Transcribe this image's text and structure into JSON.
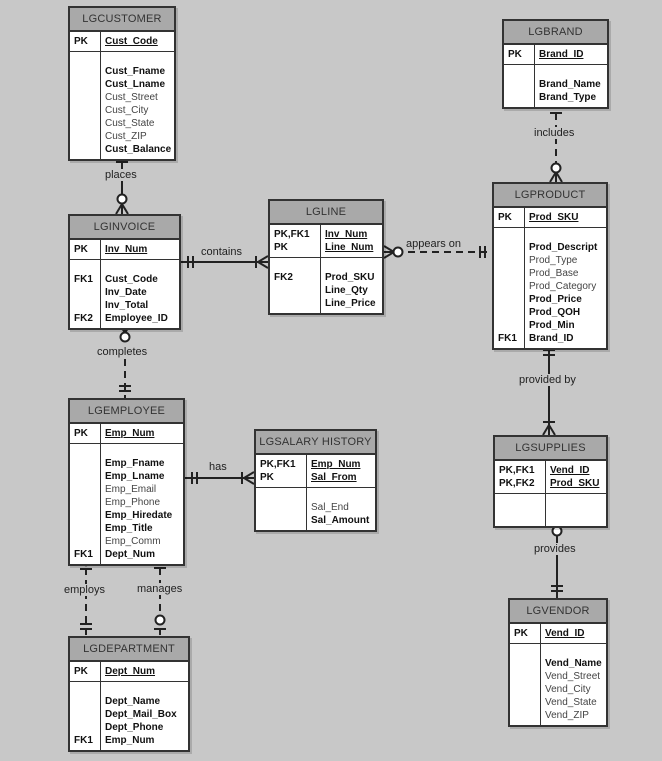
{
  "diagram": {
    "type": "ER diagram (crow's foot)",
    "entities": {
      "customer": {
        "name": "LGCUSTOMER",
        "pk": [
          {
            "key": "PK",
            "attr": "Cust_Code"
          }
        ],
        "attrs": [
          {
            "key": "",
            "attr": "Cust_Fname",
            "required": true
          },
          {
            "key": "",
            "attr": "Cust_Lname",
            "required": true
          },
          {
            "key": "",
            "attr": "Cust_Street",
            "required": false
          },
          {
            "key": "",
            "attr": "Cust_City",
            "required": false
          },
          {
            "key": "",
            "attr": "Cust_State",
            "required": false
          },
          {
            "key": "",
            "attr": "Cust_ZIP",
            "required": false
          },
          {
            "key": "",
            "attr": "Cust_Balance",
            "required": true
          }
        ]
      },
      "invoice": {
        "name": "LGINVOICE",
        "pk": [
          {
            "key": "PK",
            "attr": "Inv_Num"
          }
        ],
        "attrs": [
          {
            "key": "FK1",
            "attr": "Cust_Code",
            "required": true
          },
          {
            "key": "",
            "attr": "Inv_Date",
            "required": true
          },
          {
            "key": "",
            "attr": "Inv_Total",
            "required": true
          },
          {
            "key": "FK2",
            "attr": "Employee_ID",
            "required": true
          }
        ]
      },
      "line": {
        "name": "LGLINE",
        "pk": [
          {
            "key": "PK,FK1",
            "attr": "Inv_Num"
          },
          {
            "key": "PK",
            "attr": "Line_Num"
          }
        ],
        "attrs": [
          {
            "key": "FK2",
            "attr": "Prod_SKU",
            "required": true
          },
          {
            "key": "",
            "attr": "Line_Qty",
            "required": true
          },
          {
            "key": "",
            "attr": "Line_Price",
            "required": true
          }
        ]
      },
      "brand": {
        "name": "LGBRAND",
        "pk": [
          {
            "key": "PK",
            "attr": "Brand_ID"
          }
        ],
        "attrs": [
          {
            "key": "",
            "attr": "Brand_Name",
            "required": true
          },
          {
            "key": "",
            "attr": "Brand_Type",
            "required": true
          }
        ]
      },
      "product": {
        "name": "LGPRODUCT",
        "pk": [
          {
            "key": "PK",
            "attr": "Prod_SKU"
          }
        ],
        "attrs": [
          {
            "key": "",
            "attr": "Prod_Descript",
            "required": true
          },
          {
            "key": "",
            "attr": "Prod_Type",
            "required": false
          },
          {
            "key": "",
            "attr": "Prod_Base",
            "required": false
          },
          {
            "key": "",
            "attr": "Prod_Category",
            "required": false
          },
          {
            "key": "",
            "attr": "Prod_Price",
            "required": true
          },
          {
            "key": "",
            "attr": "Prod_QOH",
            "required": true
          },
          {
            "key": "",
            "attr": "Prod_Min",
            "required": true
          },
          {
            "key": "FK1",
            "attr": "Brand_ID",
            "required": true
          }
        ]
      },
      "employee": {
        "name": "LGEMPLOYEE",
        "pk": [
          {
            "key": "PK",
            "attr": "Emp_Num"
          }
        ],
        "attrs": [
          {
            "key": "",
            "attr": "Emp_Fname",
            "required": true
          },
          {
            "key": "",
            "attr": "Emp_Lname",
            "required": true
          },
          {
            "key": "",
            "attr": "Emp_Email",
            "required": false
          },
          {
            "key": "",
            "attr": "Emp_Phone",
            "required": false
          },
          {
            "key": "",
            "attr": "Emp_Hiredate",
            "required": true
          },
          {
            "key": "",
            "attr": "Emp_Title",
            "required": true
          },
          {
            "key": "",
            "attr": "Emp_Comm",
            "required": false
          },
          {
            "key": "FK1",
            "attr": "Dept_Num",
            "required": true
          }
        ]
      },
      "salary": {
        "name": "LGSALARY_HISTORY",
        "pk": [
          {
            "key": "PK,FK1",
            "attr": "Emp_Num"
          },
          {
            "key": "PK",
            "attr": "Sal_From"
          }
        ],
        "attrs": [
          {
            "key": "",
            "attr": "Sal_End",
            "required": false
          },
          {
            "key": "",
            "attr": "Sal_Amount",
            "required": true
          }
        ]
      },
      "supplies": {
        "name": "LGSUPPLIES",
        "pk": [
          {
            "key": "PK,FK1",
            "attr": "Vend_ID"
          },
          {
            "key": "PK,FK2",
            "attr": "Prod_SKU"
          }
        ],
        "attrs": []
      },
      "department": {
        "name": "LGDEPARTMENT",
        "pk": [
          {
            "key": "PK",
            "attr": "Dept_Num"
          }
        ],
        "attrs": [
          {
            "key": "",
            "attr": "Dept_Name",
            "required": true
          },
          {
            "key": "",
            "attr": "Dept_Mail_Box",
            "required": true
          },
          {
            "key": "",
            "attr": "Dept_Phone",
            "required": true
          },
          {
            "key": "FK1",
            "attr": "Emp_Num",
            "required": true
          }
        ]
      },
      "vendor": {
        "name": "LGVENDOR",
        "pk": [
          {
            "key": "PK",
            "attr": "Vend_ID"
          }
        ],
        "attrs": [
          {
            "key": "",
            "attr": "Vend_Name",
            "required": true
          },
          {
            "key": "",
            "attr": "Vend_Street",
            "required": false
          },
          {
            "key": "",
            "attr": "Vend_City",
            "required": false
          },
          {
            "key": "",
            "attr": "Vend_State",
            "required": false
          },
          {
            "key": "",
            "attr": "Vend_ZIP",
            "required": false
          }
        ]
      }
    },
    "relationships": [
      {
        "label": "places",
        "from": "LGCUSTOMER",
        "to": "LGINVOICE",
        "from_card": "one-mandatory",
        "to_card": "many-optional",
        "identifying": true
      },
      {
        "label": "contains",
        "from": "LGINVOICE",
        "to": "LGLINE",
        "from_card": "one-mandatory",
        "to_card": "one-or-many",
        "identifying": true
      },
      {
        "label": "appears on",
        "from": "LGPRODUCT",
        "to": "LGLINE",
        "from_card": "one-mandatory",
        "to_card": "many-optional",
        "identifying": false
      },
      {
        "label": "includes",
        "from": "LGBRAND",
        "to": "LGPRODUCT",
        "from_card": "one-mandatory",
        "to_card": "many-optional",
        "identifying": false
      },
      {
        "label": "completes",
        "from": "LGEMPLOYEE",
        "to": "LGINVOICE",
        "from_card": "one-mandatory",
        "to_card": "many-optional",
        "identifying": false
      },
      {
        "label": "has",
        "from": "LGEMPLOYEE",
        "to": "LGSALARY_HISTORY",
        "from_card": "one-mandatory",
        "to_card": "one-or-many",
        "identifying": true
      },
      {
        "label": "employs",
        "from": "LGDEPARTMENT",
        "to": "LGEMPLOYEE",
        "from_card": "one-mandatory",
        "to_card": "one-or-many",
        "identifying": false
      },
      {
        "label": "manages",
        "from": "LGEMPLOYEE",
        "to": "LGDEPARTMENT",
        "from_card": "one-mandatory",
        "to_card": "zero-or-one",
        "identifying": false
      },
      {
        "label": "provided by",
        "from": "LGPRODUCT",
        "to": "LGSUPPLIES",
        "from_card": "one-mandatory",
        "to_card": "one-or-many",
        "identifying": true
      },
      {
        "label": "provides",
        "from": "LGVENDOR",
        "to": "LGSUPPLIES",
        "from_card": "one-mandatory",
        "to_card": "many-optional",
        "identifying": true
      }
    ],
    "colors": {
      "background": "#c8c8c8",
      "header": "#a9a9a9",
      "border": "#333333",
      "body": "#ffffff"
    }
  }
}
